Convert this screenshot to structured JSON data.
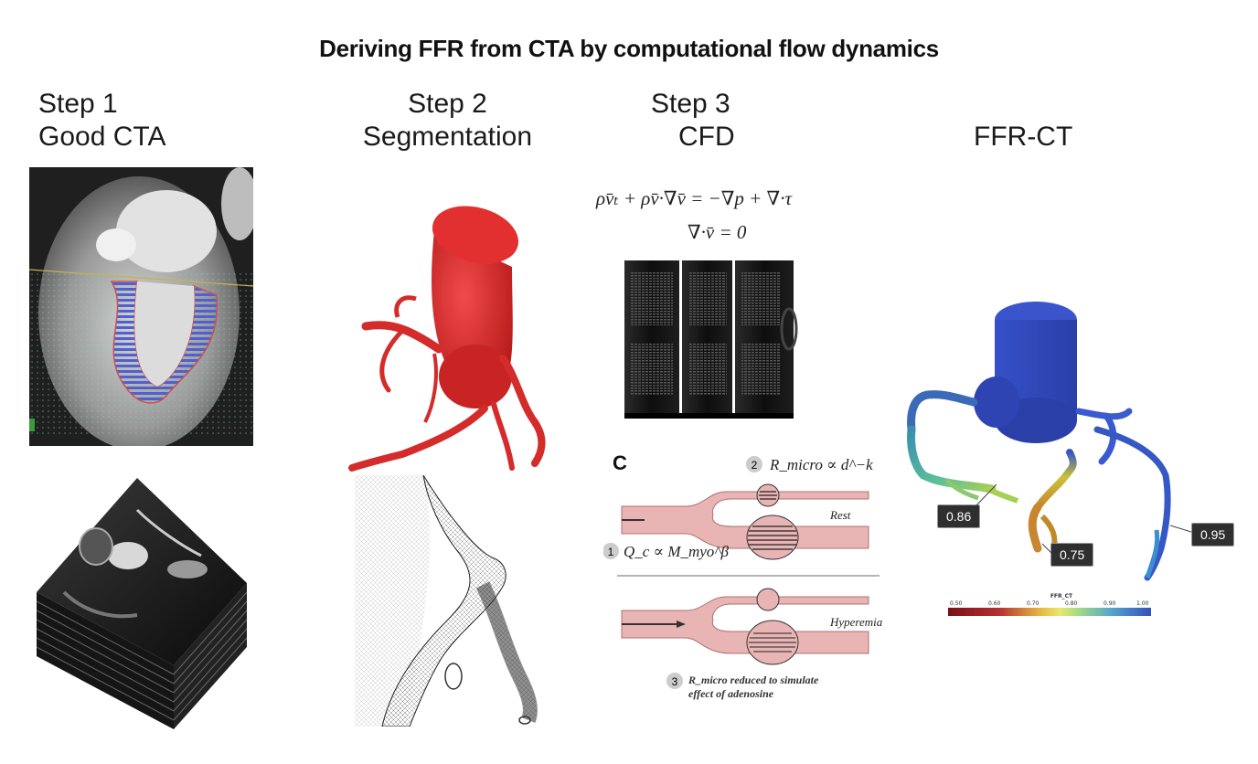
{
  "title": "Deriving FFR from CTA by computational flow dynamics",
  "columns": [
    {
      "step": "Step 1",
      "label": "Good CTA"
    },
    {
      "step": "Step 2",
      "label": "Segmentation"
    },
    {
      "step": "Step 3",
      "label": "CFD"
    },
    {
      "step": "",
      "label": "FFR-CT"
    }
  ],
  "equations": {
    "navier_stokes": "ρv̄ₜ + ρv̄·∇v̄ = −∇p + ∇·τ",
    "continuity": "∇·v̄ = 0"
  },
  "diagram_c": {
    "panel_letter": "C",
    "item2_num": "2",
    "item2_text": "R_micro ∝ d^−k",
    "rest_label": "Rest",
    "item1_num": "1",
    "item1_text": "Q_c ∝ M_myo^β",
    "hyperemia_label": "Hyperemia",
    "item3_num": "3",
    "item3_line1": "R_micro reduced to simulate",
    "item3_line2": "effect of adenosine"
  },
  "ffr_values": [
    "0.86",
    "0.75",
    "0.95"
  ],
  "colorbar": {
    "title": "FFR_CT",
    "ticks": [
      "0.50",
      "0.60",
      "0.70",
      "0.80",
      "0.90",
      "1.00"
    ]
  }
}
